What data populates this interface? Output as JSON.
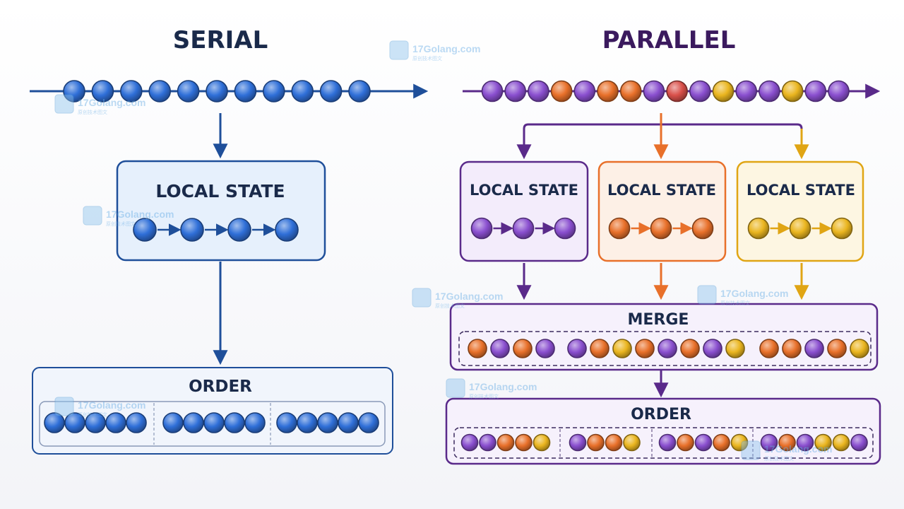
{
  "serial": {
    "title": "SERIAL",
    "local_state_label": "LOCAL STATE",
    "order_label": "ORDER",
    "input_balls": [
      "blue",
      "blue",
      "blue",
      "blue",
      "blue",
      "blue",
      "blue",
      "blue",
      "blue",
      "blue",
      "blue"
    ],
    "local_balls": [
      "blue",
      "blue",
      "blue",
      "blue"
    ],
    "order_groups": [
      [
        "blue",
        "blue",
        "blue",
        "blue",
        "blue"
      ],
      [
        "blue",
        "blue",
        "blue",
        "blue",
        "blue"
      ],
      [
        "blue",
        "blue",
        "blue",
        "blue",
        "blue"
      ]
    ]
  },
  "parallel": {
    "title": "PARALLEL",
    "input_balls": [
      "purple",
      "purple",
      "purple",
      "orange",
      "purple",
      "orange",
      "orange",
      "purple",
      "red",
      "purple",
      "yellow",
      "purple",
      "purple",
      "yellow",
      "purple",
      "purple"
    ],
    "lanes": [
      {
        "label": "LOCAL STATE",
        "color": "purple",
        "balls": [
          "purple",
          "purple",
          "purple"
        ]
      },
      {
        "label": "LOCAL STATE",
        "color": "orange",
        "balls": [
          "orange",
          "orange",
          "orange"
        ]
      },
      {
        "label": "LOCAL STATE",
        "color": "yellow",
        "balls": [
          "yellow",
          "yellow",
          "yellow"
        ]
      }
    ],
    "merge_label": "MERGE",
    "merge_groups": [
      [
        "orange",
        "purple",
        "orange",
        "purple"
      ],
      [
        "purple",
        "orange",
        "yellow",
        "orange",
        "purple",
        "orange",
        "purple",
        "yellow"
      ],
      [
        "orange",
        "orange",
        "purple",
        "orange",
        "yellow"
      ]
    ],
    "order_label": "ORDER",
    "order_groups": [
      [
        "purple",
        "purple",
        "orange",
        "orange",
        "yellow"
      ],
      [
        "purple",
        "orange",
        "orange",
        "yellow"
      ],
      [
        "purple",
        "orange",
        "purple",
        "orange",
        "yellow"
      ],
      [
        "purple",
        "orange",
        "purple",
        "yellow",
        "yellow",
        "purple"
      ]
    ]
  },
  "watermark": {
    "text": "17Golang.com",
    "subtext": "原创技术图文"
  },
  "colors": {
    "blue": "#2f6fd8",
    "purple": "#8a4fcf",
    "orange": "#e8702a",
    "yellow": "#eab51f",
    "red": "#d9504a",
    "serial_line": "#1f4f9a",
    "parallel_line": "#5a2a8a",
    "title": "#1a2a4a",
    "serial_box_fill": "#e6f0fc",
    "serial_box_stroke": "#1f4f9a",
    "purple_box_fill": "#f3ecfb",
    "orange_box_fill": "#fdf0e6",
    "yellow_box_fill": "#fdf6e2",
    "merge_box_fill": "#f6f1fc"
  }
}
